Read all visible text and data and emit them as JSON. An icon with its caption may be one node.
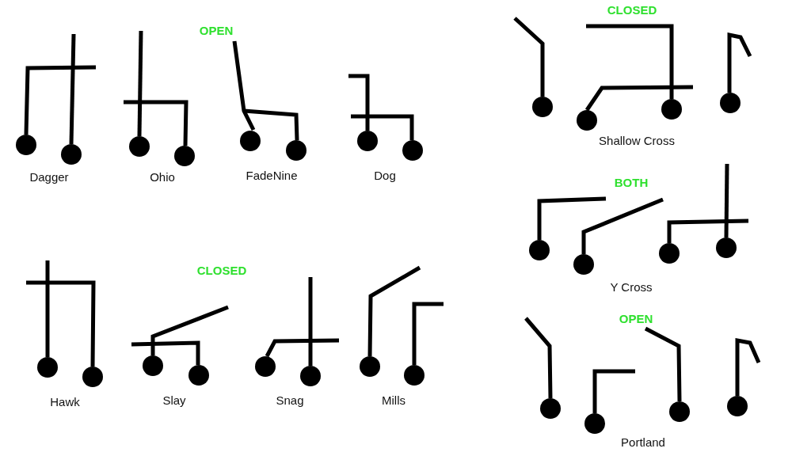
{
  "diagram": {
    "labels": [
      "OPEN",
      "CLOSED",
      "Dagger",
      "Ohio",
      "FadeNine",
      "Dog",
      "Shallow Cross",
      "BOTH",
      "Y Cross",
      "CLOSED",
      "OPEN",
      "Hawk",
      "Slay",
      "Snag",
      "Mills",
      "Portland"
    ]
  }
}
